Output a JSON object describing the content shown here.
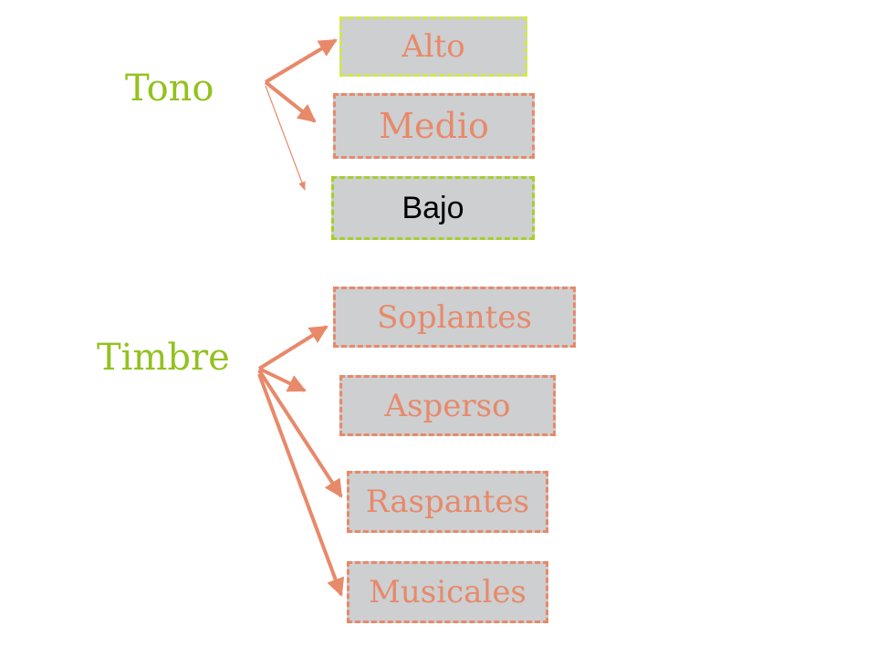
{
  "colors": {
    "heading": "#94c11f",
    "accent": "#e8896a",
    "box_fill": "#cdcfd0",
    "border_orange": "#e8896a",
    "border_green": "#a6cf2a",
    "border_lime": "#d2e84a",
    "text_dark": "#000000"
  },
  "groups": [
    {
      "title": "Tono",
      "items": [
        {
          "label": "Alto",
          "border": "lime",
          "text": "orange"
        },
        {
          "label": "Medio",
          "border": "orange",
          "text": "orange"
        },
        {
          "label": "Bajo",
          "border": "green",
          "text": "dark"
        }
      ]
    },
    {
      "title": "Timbre",
      "items": [
        {
          "label": "Soplantes",
          "border": "orange",
          "text": "orange"
        },
        {
          "label": "Asperso",
          "border": "orange",
          "text": "orange"
        },
        {
          "label": "Raspantes",
          "border": "orange",
          "text": "orange"
        },
        {
          "label": "Musicales",
          "border": "orange",
          "text": "orange"
        }
      ]
    }
  ]
}
